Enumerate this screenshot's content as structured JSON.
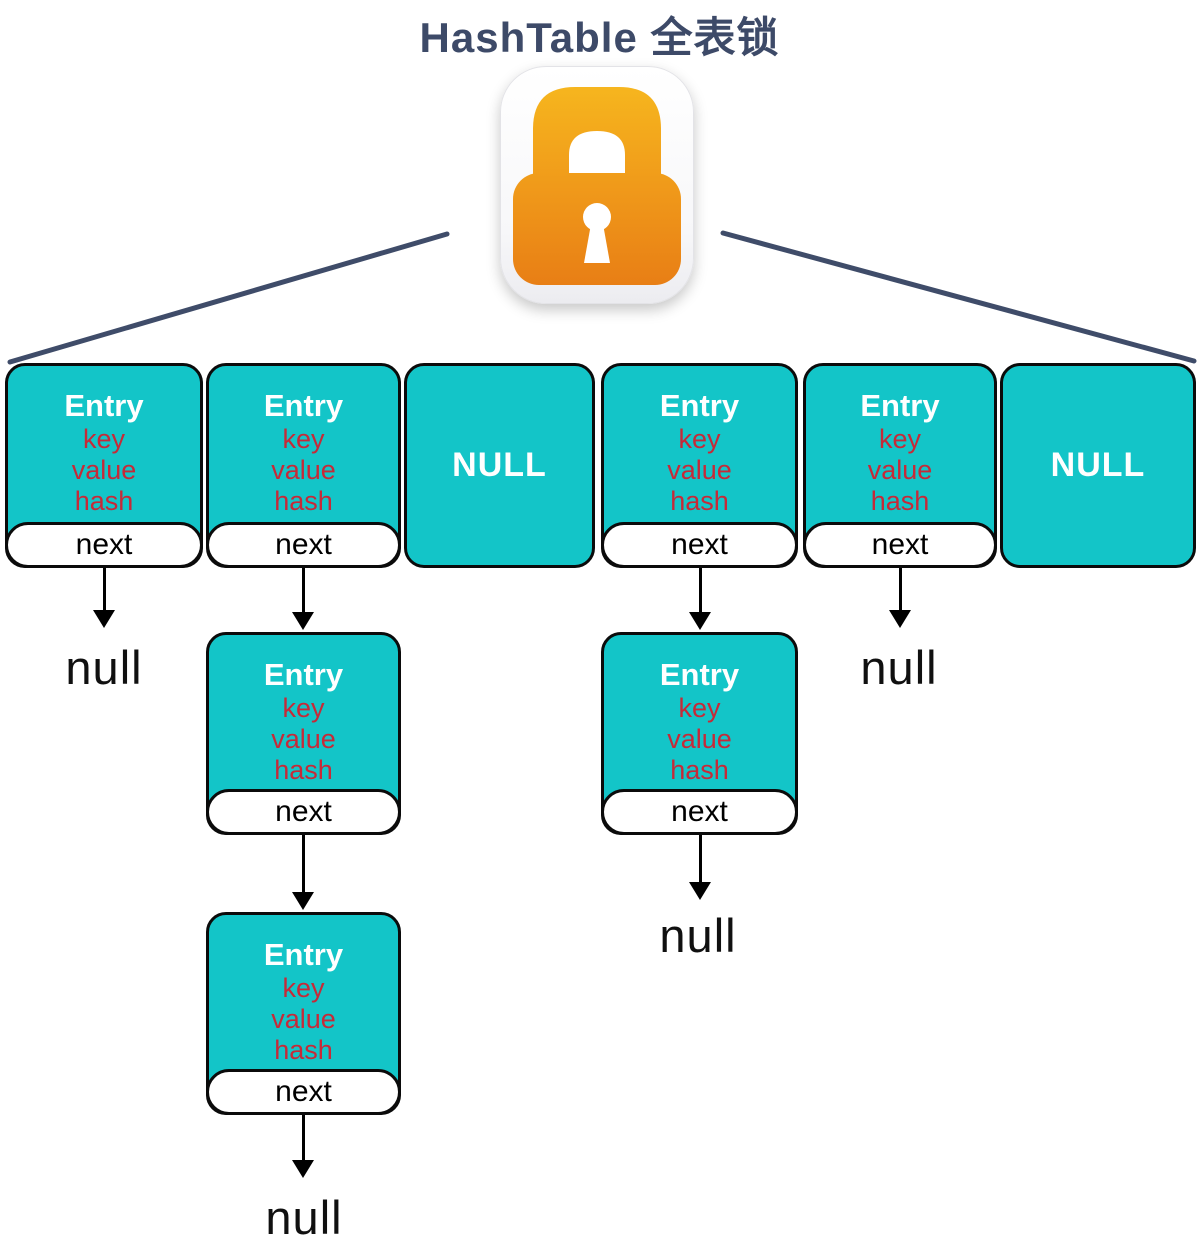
{
  "title": "HashTable 全表锁",
  "colors": {
    "box_teal": "#13C5C8",
    "field_red": "#C62A38",
    "line_navy": "#3F4C69",
    "title_navy": "#3D4A68",
    "lock_orange_top": "#F6B61E",
    "lock_orange_bottom": "#E87E15"
  },
  "labels": {
    "entry": "Entry",
    "key": "key",
    "value": "value",
    "hash": "hash",
    "next": "next",
    "bucket_null": "NULL",
    "chain_null": "null"
  },
  "structure": {
    "lock_icon": "padlock-icon over whole table",
    "buckets": [
      {
        "index": 0,
        "type": "entry",
        "chain": [
          "null"
        ]
      },
      {
        "index": 1,
        "type": "entry",
        "chain": [
          "entry",
          "entry",
          "null"
        ]
      },
      {
        "index": 2,
        "type": "null"
      },
      {
        "index": 3,
        "type": "entry",
        "chain": [
          "entry",
          "null"
        ]
      },
      {
        "index": 4,
        "type": "entry",
        "chain": [
          "null"
        ]
      },
      {
        "index": 5,
        "type": "null"
      }
    ]
  }
}
